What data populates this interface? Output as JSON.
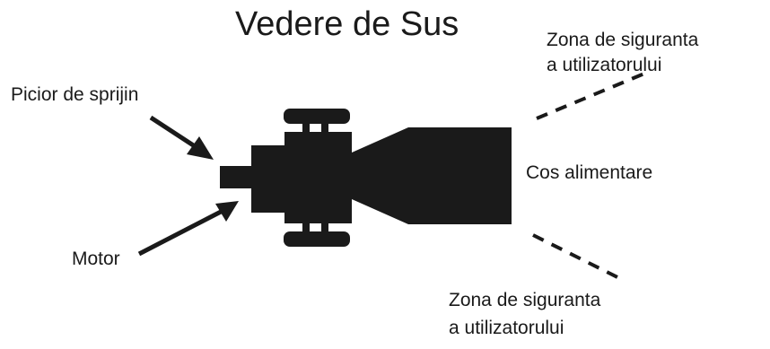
{
  "title": "Vedere de Sus",
  "labels": {
    "safety_zone_top_line1": "Zona de siguranta",
    "safety_zone_top_line2": "a utilizatorului",
    "safety_zone_bottom_line1": "Zona de siguranta",
    "safety_zone_bottom_line2": "a utilizatorului",
    "support_leg": "Picior de sprijin",
    "motor": "Motor",
    "feed_hopper": "Cos alimentare"
  },
  "colors": {
    "ink": "#1a1a1a",
    "background": "#ffffff"
  }
}
